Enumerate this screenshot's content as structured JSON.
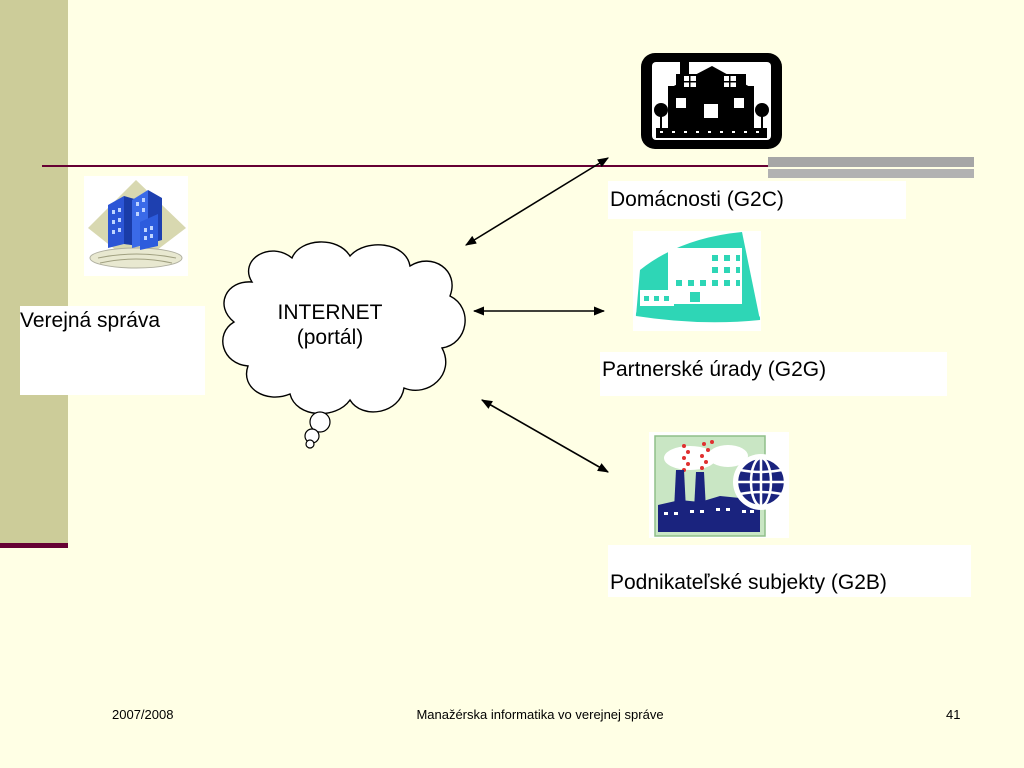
{
  "nodes": {
    "verejna_sprava": "Verejná správa",
    "internet_line1": "INTERNET",
    "internet_line2": "(portál)",
    "domacnosti": "Domácnosti (G2C)",
    "partnerske_urady": "Partnerské úrady (G2G)",
    "podnikatelske_subjekty": "Podnikateľské subjekty (G2B)"
  },
  "icons": {
    "government": "office-buildings-icon",
    "household": "house-icon",
    "partner": "hospital-building-icon",
    "business": "factory-globe-icon"
  },
  "colors": {
    "background": "#FFFFE5",
    "accent_bar": "#CCCC99",
    "rule": "#660033"
  },
  "footer": {
    "left": "2007/2008",
    "center": "Manažérska informatika vo verejnej správe",
    "right": "41"
  }
}
